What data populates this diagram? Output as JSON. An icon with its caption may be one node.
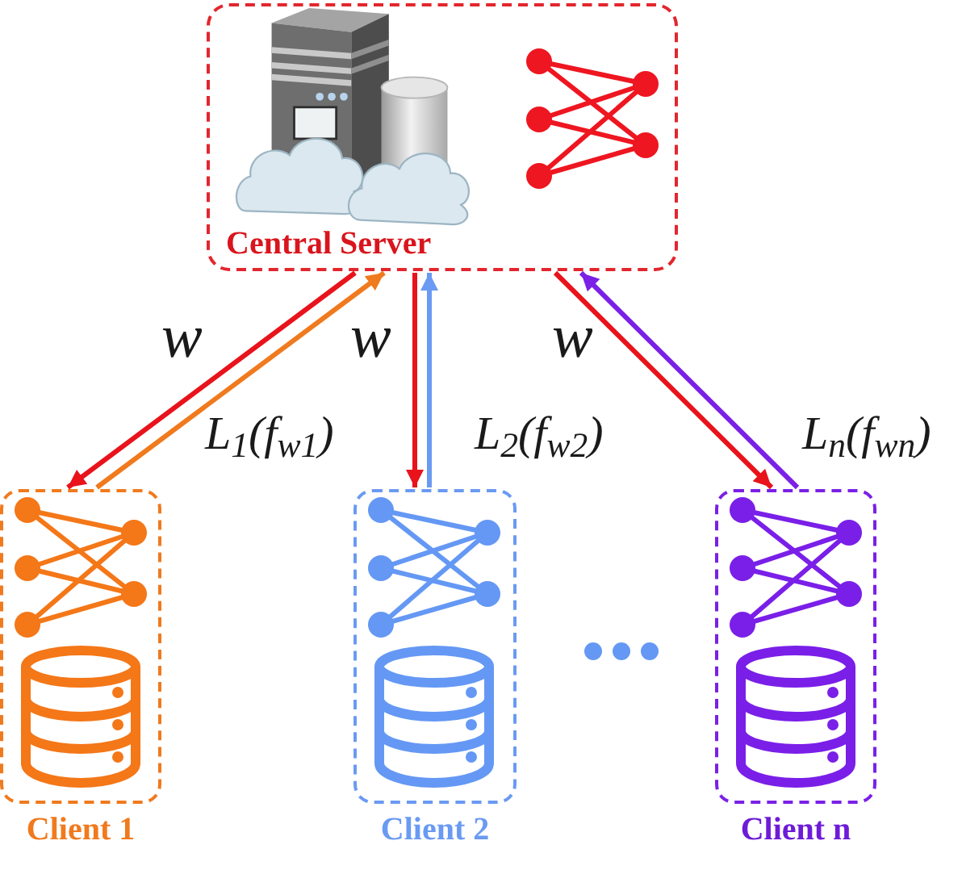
{
  "diagram": {
    "nodes": [
      {
        "text": [
          "Central Server"
        ]
      },
      {
        "text": [
          "Client 1"
        ]
      },
      {
        "text": [
          "Client 2"
        ]
      },
      {
        "text": [
          "Client n"
        ]
      }
    ],
    "edges": [
      {
        "from": 0,
        "to": 1,
        "arrow": "to",
        "label": "w"
      },
      {
        "from": 1,
        "to": 0,
        "arrow": "to",
        "label": "L$_{1}$(f$_{w1}$)",
        "color": "#f07a1e"
      },
      {
        "from": 0,
        "to": 2,
        "arrow": "to",
        "label": "w"
      },
      {
        "from": 2,
        "to": 0,
        "arrow": "to",
        "label": "L$_{2}$(f$_{w2}$)",
        "color": "#6a9af2"
      },
      {
        "from": 0,
        "to": 3,
        "arrow": "to",
        "label": "w"
      },
      {
        "from": 3,
        "to": 0,
        "arrow": "to",
        "label": "L$_{n}$(f$_{wn}$)",
        "color": "#7b20e6"
      }
    ]
  }
}
